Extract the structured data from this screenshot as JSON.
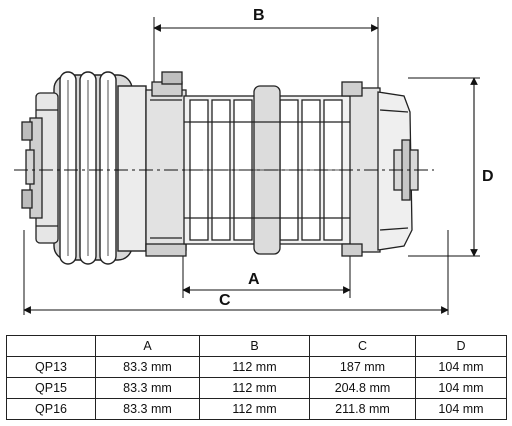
{
  "drawing": {
    "dimension_labels": {
      "a": "A",
      "b": "B",
      "c": "C",
      "d": "D"
    }
  },
  "table": {
    "headers": [
      "",
      "A",
      "B",
      "C",
      "D"
    ],
    "rows": [
      [
        "QP13",
        "83.3 mm",
        "112 mm",
        "187 mm",
        "104 mm"
      ],
      [
        "QP15",
        "83.3 mm",
        "112 mm",
        "204.8 mm",
        "104 mm"
      ],
      [
        "QP16",
        "83.3 mm",
        "112 mm",
        "211.8 mm",
        "104 mm"
      ]
    ]
  }
}
